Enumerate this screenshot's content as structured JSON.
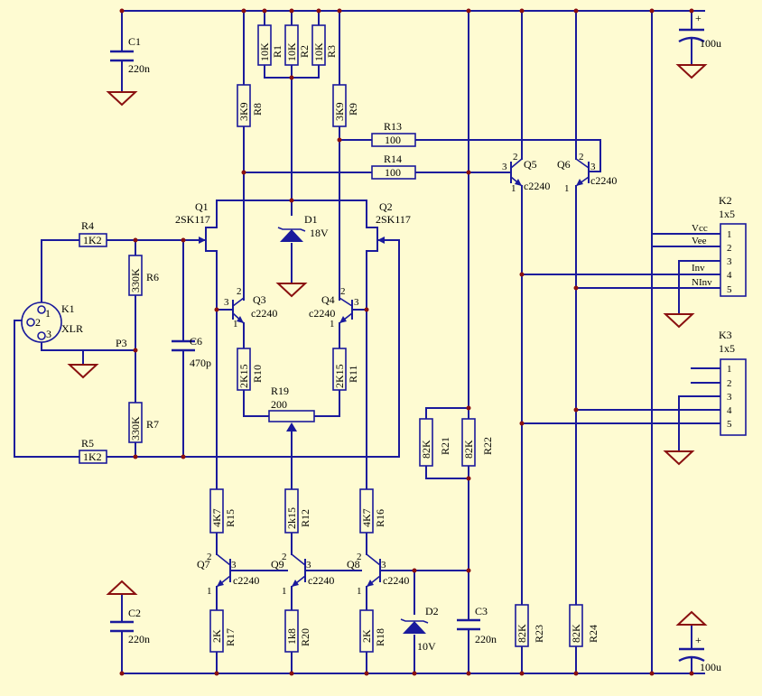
{
  "components": {
    "C1": {
      "ref": "C1",
      "value": "220n"
    },
    "C2": {
      "ref": "C2",
      "value": "220n"
    },
    "C3": {
      "ref": "C3",
      "value": "220n"
    },
    "C6": {
      "ref": "C6",
      "value": "470p"
    },
    "Cbig_top": {
      "value": "100u",
      "plus": "+"
    },
    "Cbig_bot": {
      "value": "100u",
      "plus": "+"
    },
    "R1": {
      "ref": "R1",
      "value": "10K"
    },
    "R2": {
      "ref": "R2",
      "value": "10K"
    },
    "R3": {
      "ref": "R3",
      "value": "10K"
    },
    "R4": {
      "ref": "R4",
      "value": "1K2"
    },
    "R5": {
      "ref": "R5",
      "value": "1K2"
    },
    "R6": {
      "ref": "R6",
      "value": "330K"
    },
    "R7": {
      "ref": "R7",
      "value": "330K"
    },
    "R8": {
      "ref": "R8",
      "value": "3K9"
    },
    "R9": {
      "ref": "R9",
      "value": "3K9"
    },
    "R10": {
      "ref": "R10",
      "value": "2K15"
    },
    "R11": {
      "ref": "R11",
      "value": "2K15"
    },
    "R12": {
      "ref": "R12",
      "value": "2k15"
    },
    "R13": {
      "ref": "R13",
      "value": "100"
    },
    "R14": {
      "ref": "R14",
      "value": "100"
    },
    "R15": {
      "ref": "R15",
      "value": "4K7"
    },
    "R16": {
      "ref": "R16",
      "value": "4K7"
    },
    "R17": {
      "ref": "R17",
      "value": "2K"
    },
    "R18": {
      "ref": "R18",
      "value": "2K"
    },
    "R19": {
      "ref": "R19",
      "value": "200"
    },
    "R20": {
      "ref": "R20",
      "value": "1k8"
    },
    "R21": {
      "ref": "R21",
      "value": "82K"
    },
    "R22": {
      "ref": "R22",
      "value": "82K"
    },
    "R23": {
      "ref": "R23",
      "value": "82K"
    },
    "R24": {
      "ref": "R24",
      "value": "82K"
    },
    "D1": {
      "ref": "D1",
      "value": "18V"
    },
    "D2": {
      "ref": "D2",
      "value": "10V"
    },
    "Q1": {
      "ref": "Q1",
      "value": "2SK117"
    },
    "Q2": {
      "ref": "Q2",
      "value": "2SK117"
    },
    "Q3": {
      "ref": "Q3",
      "value": "c2240"
    },
    "Q4": {
      "ref": "Q4",
      "value": "c2240"
    },
    "Q5": {
      "ref": "Q5",
      "value": "c2240"
    },
    "Q6": {
      "ref": "Q6",
      "value": "c2240"
    },
    "Q7": {
      "ref": "Q7",
      "value": "c2240"
    },
    "Q8": {
      "ref": "Q8",
      "value": "c2240"
    },
    "Q9": {
      "ref": "Q9",
      "value": "c2240"
    },
    "K1": {
      "ref": "K1",
      "value": "XLR",
      "pin1": "1",
      "pin2": "2",
      "pin3": "3"
    },
    "P3": {
      "ref": "P3"
    },
    "K2": {
      "ref": "K2",
      "value": "1x5",
      "pins": [
        "1",
        "2",
        "3",
        "4",
        "5"
      ],
      "nets": [
        "Vcc",
        "Vee",
        "Inv",
        "NInv"
      ]
    },
    "K3": {
      "ref": "K3",
      "value": "1x5",
      "pins": [
        "1",
        "2",
        "3",
        "4",
        "5"
      ]
    }
  },
  "pin_numbers": {
    "one": "1",
    "two": "2",
    "three": "3"
  }
}
